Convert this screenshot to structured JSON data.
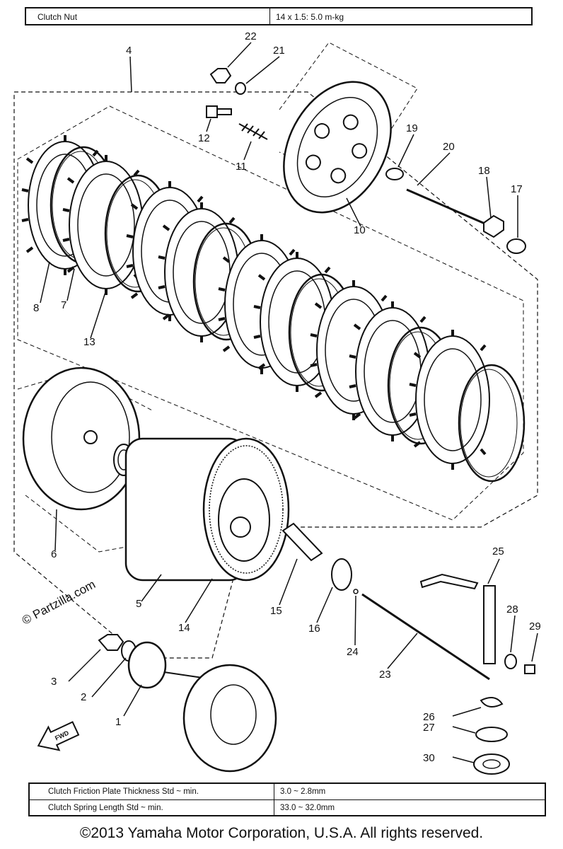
{
  "top_spec": {
    "label": "Clutch Nut",
    "value": "14 x 1.5: 5.0 m-kg"
  },
  "bottom_specs": [
    {
      "label": "Clutch Friction Plate Thickness Std ~ min.",
      "value": "3.0 ~ 2.8mm"
    },
    {
      "label": "Clutch Spring Length Std ~ min.",
      "value": "33.0 ~ 32.0mm"
    }
  ],
  "callouts": [
    "1",
    "2",
    "3",
    "4",
    "5",
    "6",
    "7",
    "8",
    "10",
    "11",
    "12",
    "13",
    "14",
    "15",
    "16",
    "17",
    "18",
    "19",
    "20",
    "21",
    "22",
    "23",
    "24",
    "25",
    "26",
    "27",
    "28",
    "29",
    "30"
  ],
  "fwd_badge": "FWD",
  "watermark": "© Partzilla.com",
  "copyright": "©2013 Yamaha Motor Corporation, U.S.A. All rights reserved."
}
